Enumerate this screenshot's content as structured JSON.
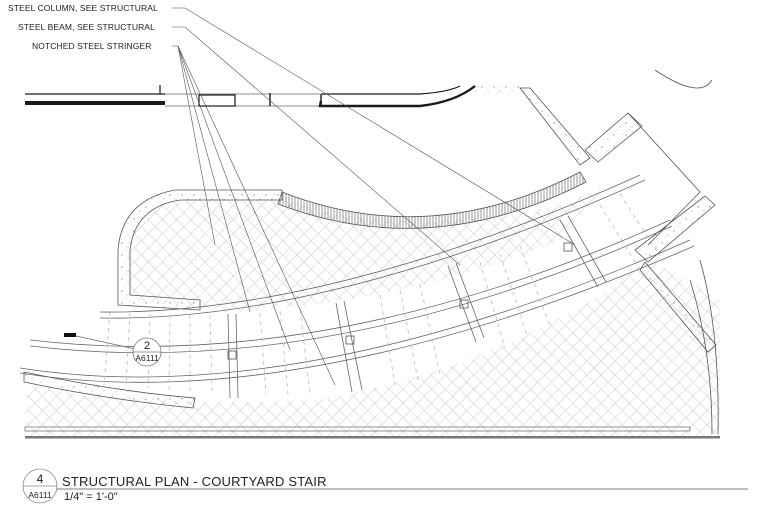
{
  "drawing": {
    "leaders": [
      {
        "label": "STEEL COLUMN, SEE STRUCTURAL"
      },
      {
        "label": "STEEL BEAM, SEE STRUCTURAL"
      },
      {
        "label": "NOTCHED STEEL STRINGER"
      }
    ],
    "section_marker": {
      "number": "2",
      "sheet": "A6111"
    },
    "title_block": {
      "detail_number": "4",
      "sheet": "A6111",
      "title": "STRUCTURAL PLAN - COURTYARD STAIR",
      "scale": "1/4\" = 1'-0\""
    },
    "colors": {
      "line": "#555555",
      "heavy_line": "#1a1a1a",
      "hatch": "#9a9a9a",
      "background": "#ffffff"
    }
  }
}
